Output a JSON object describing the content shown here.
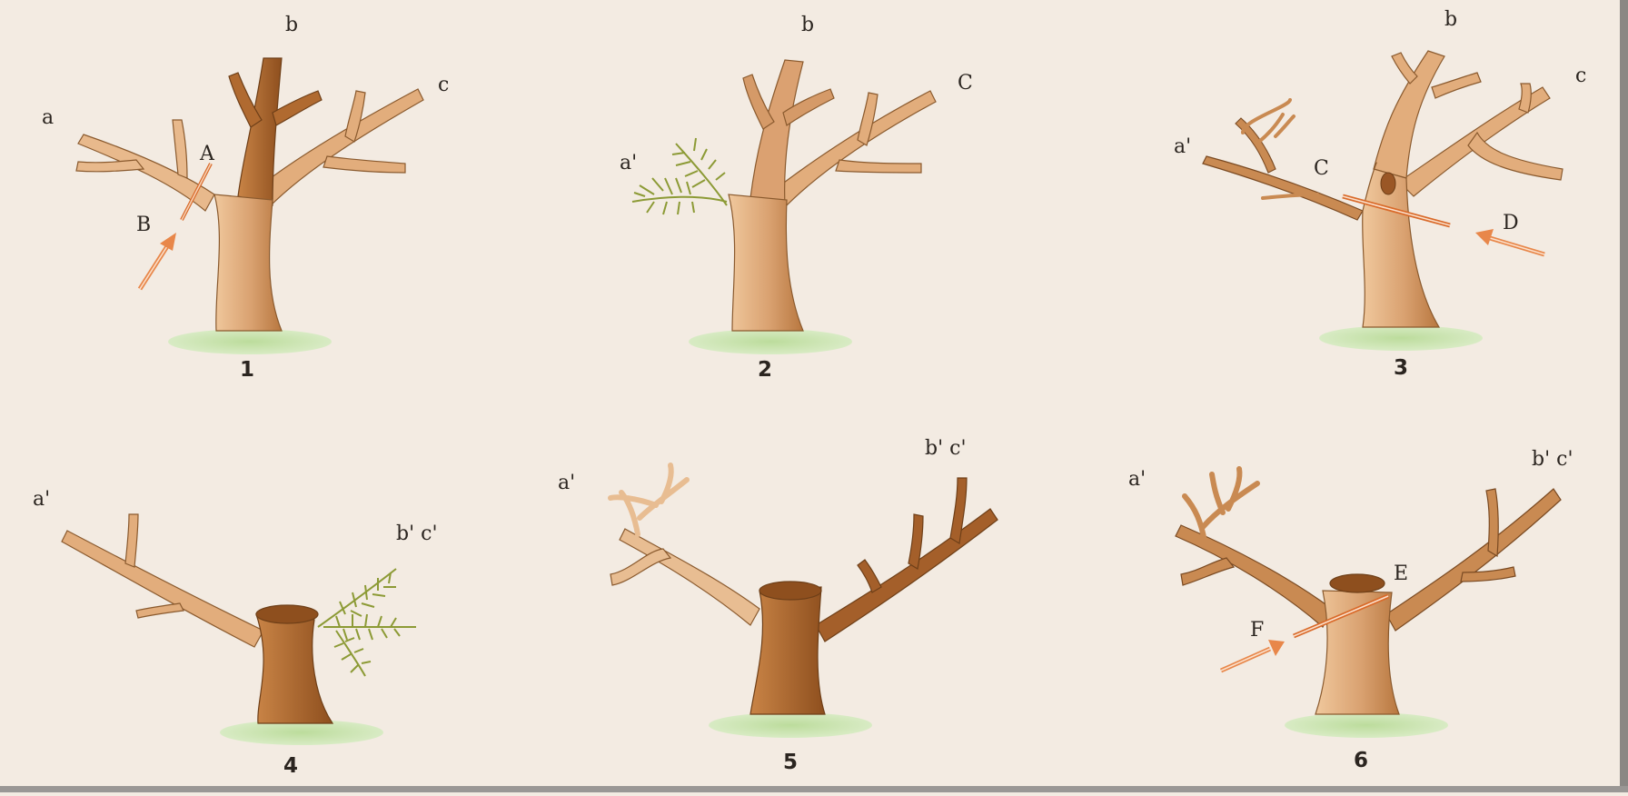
{
  "colors": {
    "background": "#f3ebe2",
    "bark_light": "#e2b183",
    "bark_mid": "#c98c55",
    "bark_dark": "#a45f2a",
    "outline": "#7a4a22",
    "grass": "#a9cf8a",
    "leaves": "#8c9a35",
    "cut_line": "#d96a2a",
    "arrow": "#e8874a"
  },
  "panels": [
    {
      "number": "1",
      "labels": {
        "a": "a",
        "b": "b",
        "c": "c",
        "A": "A",
        "B": "B"
      }
    },
    {
      "number": "2",
      "labels": {
        "a": "a'",
        "b": "b",
        "c": "C"
      }
    },
    {
      "number": "3",
      "labels": {
        "a": "a'",
        "b": "b",
        "c": "c",
        "C": "C",
        "D": "D"
      }
    },
    {
      "number": "4",
      "labels": {
        "a": "a'",
        "bc": "b' c'"
      }
    },
    {
      "number": "5",
      "labels": {
        "a": "a'",
        "bc": "b' c'"
      }
    },
    {
      "number": "6",
      "labels": {
        "a": "a'",
        "bc": "b' c'",
        "E": "E",
        "F": "F"
      }
    }
  ]
}
